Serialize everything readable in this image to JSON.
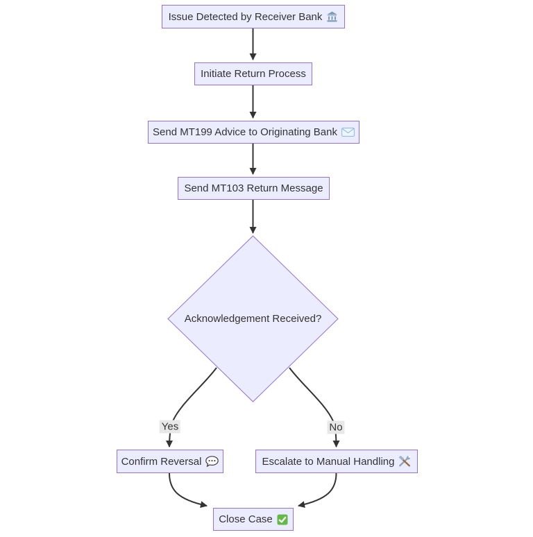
{
  "diagram": {
    "type": "flowchart",
    "direction": "top-down"
  },
  "style": {
    "node_fill": "#ECECFF",
    "node_border": "#9370DB",
    "edge_color": "#333333",
    "text_color": "#333333",
    "edge_label_bg": "#e8e8e8",
    "background": "#ffffff",
    "check_green": "#64b944",
    "envelope_blue": "#8fbde8",
    "bank_gray_blue": "#7f9cb5"
  },
  "nodes": [
    {
      "id": "issue-detected",
      "shape": "rectangle",
      "label": "Issue Detected by Receiver Bank",
      "icon": "🏦",
      "icon_name": "bank-icon"
    },
    {
      "id": "initiate-return",
      "shape": "rectangle",
      "label": "Initiate Return Process",
      "icon": "",
      "icon_name": ""
    },
    {
      "id": "send-mt199",
      "shape": "rectangle",
      "label": "Send MT199 Advice to Originating Bank",
      "icon": "✉️",
      "icon_name": "envelope-icon"
    },
    {
      "id": "send-mt103",
      "shape": "rectangle",
      "label": "Send MT103 Return Message",
      "icon": "",
      "icon_name": ""
    },
    {
      "id": "ack-received",
      "shape": "diamond",
      "label": "Acknowledgement Received?",
      "icon": "",
      "icon_name": ""
    },
    {
      "id": "confirm-reversal",
      "shape": "rectangle",
      "label": "Confirm Reversal",
      "icon": "💬",
      "icon_name": "speech-balloon-icon"
    },
    {
      "id": "escalate-manual",
      "shape": "rectangle",
      "label": "Escalate to Manual Handling",
      "icon": "🛠️",
      "icon_name": "hammer-wrench-icon"
    },
    {
      "id": "close-case",
      "shape": "rectangle",
      "label": "Close Case",
      "icon": "✅",
      "icon_name": "check-mark-icon"
    }
  ],
  "edges": [
    {
      "from": "issue-detected",
      "to": "initiate-return",
      "label": ""
    },
    {
      "from": "initiate-return",
      "to": "send-mt199",
      "label": ""
    },
    {
      "from": "send-mt199",
      "to": "send-mt103",
      "label": ""
    },
    {
      "from": "send-mt103",
      "to": "ack-received",
      "label": ""
    },
    {
      "from": "ack-received",
      "to": "confirm-reversal",
      "label": "Yes"
    },
    {
      "from": "ack-received",
      "to": "escalate-manual",
      "label": "No"
    },
    {
      "from": "confirm-reversal",
      "to": "close-case",
      "label": ""
    },
    {
      "from": "escalate-manual",
      "to": "close-case",
      "label": ""
    }
  ]
}
